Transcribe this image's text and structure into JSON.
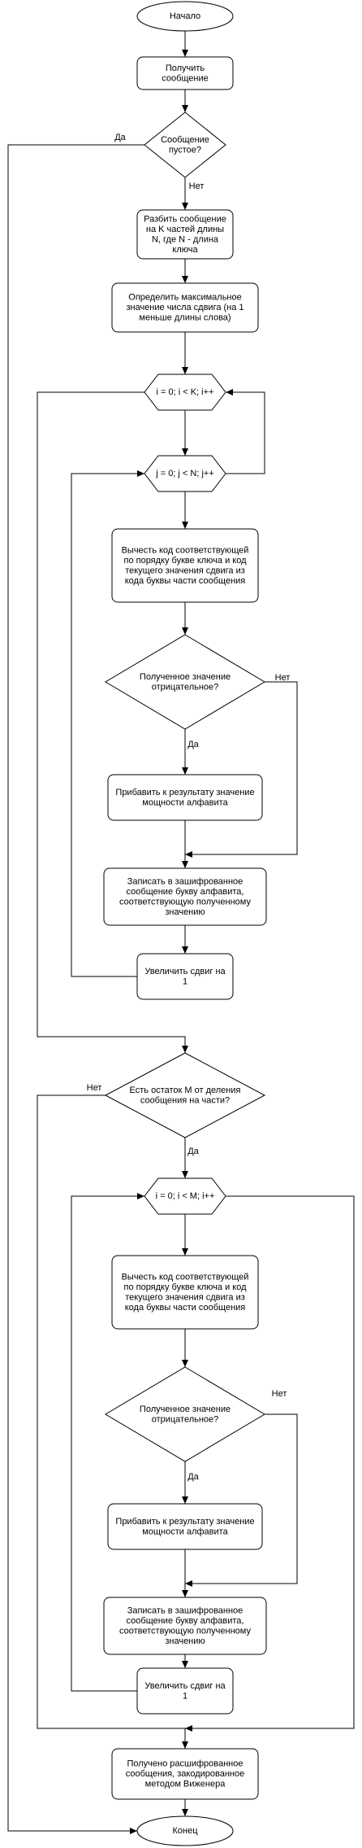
{
  "diagram": {
    "nodes": [
      {
        "id": "start",
        "shape": "terminator",
        "lines": [
          "Начало"
        ]
      },
      {
        "id": "get_msg",
        "shape": "process",
        "lines": [
          "Получить",
          "сообщение"
        ]
      },
      {
        "id": "is_empty",
        "shape": "decision",
        "lines": [
          "Сообщение",
          "пустое?"
        ]
      },
      {
        "id": "split",
        "shape": "process",
        "lines": [
          "Разбить сообщение",
          "на K частей длины",
          "N, где N - длина",
          "ключа"
        ]
      },
      {
        "id": "max_shift",
        "shape": "process",
        "lines": [
          "Определить максимальное",
          "значение числа сдвига (на 1",
          "меньше длины слова)"
        ]
      },
      {
        "id": "loop_i",
        "shape": "loop",
        "lines": [
          "i = 0; i < K; i++"
        ]
      },
      {
        "id": "loop_j",
        "shape": "loop",
        "lines": [
          "j = 0; j < N; j++"
        ]
      },
      {
        "id": "subtract1",
        "shape": "process",
        "lines": [
          "Вычесть код соответствующей",
          "по порядку букве ключа и код",
          "текущего значения сдвига из",
          "кода буквы части сообщения"
        ]
      },
      {
        "id": "neg1",
        "shape": "decision",
        "lines": [
          "Полученное значение",
          "отрицательное?"
        ]
      },
      {
        "id": "add1",
        "shape": "process",
        "lines": [
          "Прибавить к результату значение",
          "мощности алфавита"
        ]
      },
      {
        "id": "write1",
        "shape": "process",
        "lines": [
          "Записать в зашифрованное",
          "сообщение букву алфавита,",
          "соответствующую полученному",
          "значению"
        ]
      },
      {
        "id": "inc1",
        "shape": "process",
        "lines": [
          "Увеличить сдвиг на",
          "1"
        ]
      },
      {
        "id": "remainder",
        "shape": "decision",
        "lines": [
          "Есть остаток M от деления",
          "сообщения на части?"
        ]
      },
      {
        "id": "loop_m",
        "shape": "loop",
        "lines": [
          "i = 0; i < M; i++"
        ]
      },
      {
        "id": "subtract2",
        "shape": "process",
        "lines": [
          "Вычесть код соответствующей",
          "по порядку букве ключа и код",
          "текущего значения сдвига из",
          "кода буквы части сообщения"
        ]
      },
      {
        "id": "neg2",
        "shape": "decision",
        "lines": [
          "Полученное значение",
          "отрицательное?"
        ]
      },
      {
        "id": "add2",
        "shape": "process",
        "lines": [
          "Прибавить к результату значение",
          "мощности алфавита"
        ]
      },
      {
        "id": "write2",
        "shape": "process",
        "lines": [
          "Записать в зашифрованное",
          "сообщение букву алфавита,",
          "соответствующую полученному",
          "значению"
        ]
      },
      {
        "id": "inc2",
        "shape": "process",
        "lines": [
          "Увеличить сдвиг на",
          "1"
        ]
      },
      {
        "id": "result",
        "shape": "process",
        "lines": [
          "Получено расшифрованное",
          "сообщения, закодированное",
          "методом Виженера"
        ]
      },
      {
        "id": "end",
        "shape": "terminator",
        "lines": [
          "Конец"
        ]
      }
    ],
    "edges": [
      {
        "id": "e1",
        "from": "start",
        "to": "get_msg",
        "label": ""
      },
      {
        "id": "e2",
        "from": "get_msg",
        "to": "is_empty",
        "label": ""
      },
      {
        "id": "e3",
        "from": "is_empty",
        "to": "end",
        "label": "Да"
      },
      {
        "id": "e4",
        "from": "is_empty",
        "to": "split",
        "label": "Нет"
      },
      {
        "id": "e5",
        "from": "split",
        "to": "max_shift",
        "label": ""
      },
      {
        "id": "e6",
        "from": "max_shift",
        "to": "loop_i",
        "label": ""
      },
      {
        "id": "e7",
        "from": "loop_i",
        "to": "loop_j",
        "label": ""
      },
      {
        "id": "e8",
        "from": "loop_j",
        "to": "subtract1",
        "label": ""
      },
      {
        "id": "e9",
        "from": "subtract1",
        "to": "neg1",
        "label": ""
      },
      {
        "id": "e10",
        "from": "neg1",
        "to": "add1",
        "label": "Да"
      },
      {
        "id": "e11",
        "from": "neg1",
        "to": "write1",
        "label": "Нет"
      },
      {
        "id": "e12",
        "from": "add1",
        "to": "write1",
        "label": ""
      },
      {
        "id": "e13",
        "from": "write1",
        "to": "inc1",
        "label": ""
      },
      {
        "id": "e14",
        "from": "inc1",
        "to": "loop_j",
        "label": ""
      },
      {
        "id": "e15",
        "from": "loop_j",
        "to": "loop_i",
        "label": ""
      },
      {
        "id": "e16",
        "from": "loop_i",
        "to": "remainder",
        "label": ""
      },
      {
        "id": "e17",
        "from": "remainder",
        "to": "loop_m",
        "label": "Да"
      },
      {
        "id": "e18",
        "from": "remainder",
        "to": "result",
        "label": "Нет"
      },
      {
        "id": "e19",
        "from": "loop_m",
        "to": "subtract2",
        "label": ""
      },
      {
        "id": "e20",
        "from": "subtract2",
        "to": "neg2",
        "label": ""
      },
      {
        "id": "e21",
        "from": "neg2",
        "to": "add2",
        "label": "Да"
      },
      {
        "id": "e22",
        "from": "neg2",
        "to": "write2",
        "label": "Нет"
      },
      {
        "id": "e23",
        "from": "add2",
        "to": "write2",
        "label": ""
      },
      {
        "id": "e24",
        "from": "write2",
        "to": "inc2",
        "label": ""
      },
      {
        "id": "e25",
        "from": "inc2",
        "to": "loop_m",
        "label": ""
      },
      {
        "id": "e26",
        "from": "loop_m",
        "to": "result",
        "label": ""
      },
      {
        "id": "e27",
        "from": "result",
        "to": "end",
        "label": ""
      }
    ]
  }
}
